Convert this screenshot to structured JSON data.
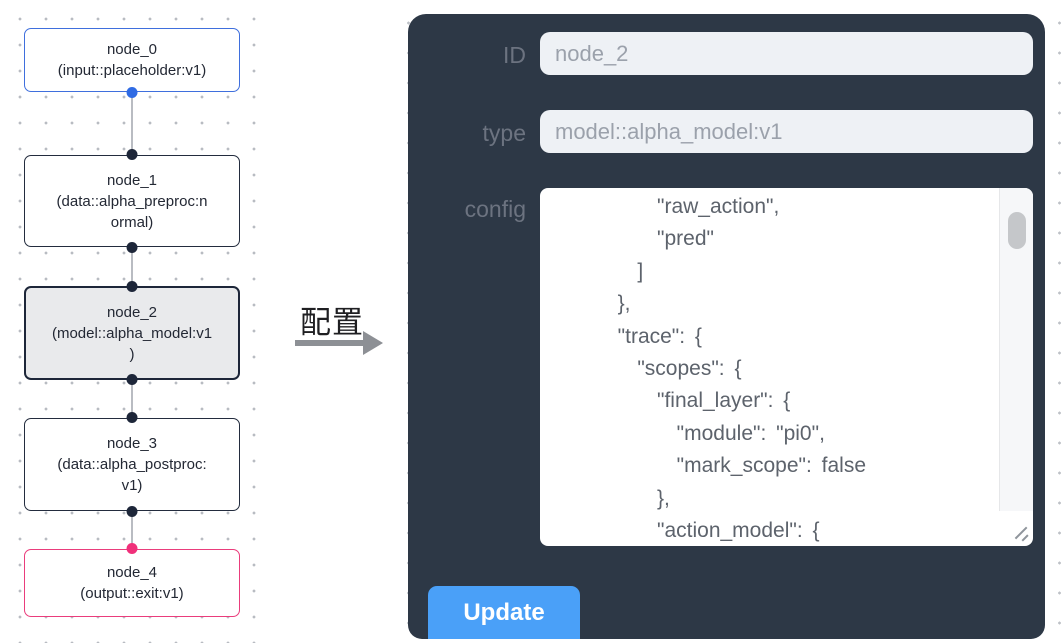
{
  "flow": {
    "nodes": [
      {
        "id": "node_0",
        "variant": "input",
        "lines": [
          "node_0",
          "(input::placeholder:v1)"
        ]
      },
      {
        "id": "node_1",
        "variant": "default",
        "lines": [
          "node_1",
          "(data::alpha_preproc:n",
          "ormal)"
        ]
      },
      {
        "id": "node_2",
        "variant": "selected",
        "lines": [
          "node_2",
          "(model::alpha_model:v1",
          ")"
        ]
      },
      {
        "id": "node_3",
        "variant": "default",
        "lines": [
          "node_3",
          "(data::alpha_postproc:",
          "v1)"
        ]
      },
      {
        "id": "node_4",
        "variant": "output",
        "lines": [
          "node_4",
          "(output::exit:v1)"
        ]
      }
    ]
  },
  "transition": {
    "label": "配置"
  },
  "panel": {
    "fields": [
      {
        "label": "ID",
        "value": "node_2"
      },
      {
        "label": "type",
        "value": "model::alpha_model:v1"
      }
    ],
    "config_label": "config",
    "config_lines": [
      "      \"raw_action\",",
      "      \"pred\"",
      "    ]",
      "  },",
      "  \"trace\": {",
      "    \"scopes\": {",
      "      \"final_layer\": {",
      "        \"module\": \"pi0\",",
      "        \"mark_scope\": false",
      "      },",
      "      \"action_model\": {"
    ],
    "update_label": "Update"
  },
  "colors": {
    "panel_background": "#2d3846",
    "input_background": "#eef1f5",
    "node_input_border": "#3f6fdd",
    "node_default_border": "#232c3e",
    "node_selected_background": "#e9eaec",
    "node_output_border": "#ea3d7c",
    "handle_blue": "#2f6be4",
    "handle_dark": "#1d2639",
    "handle_pink": "#f0307a",
    "update_button": "#4aa0f8",
    "arrow_gray": "#8d9095"
  }
}
